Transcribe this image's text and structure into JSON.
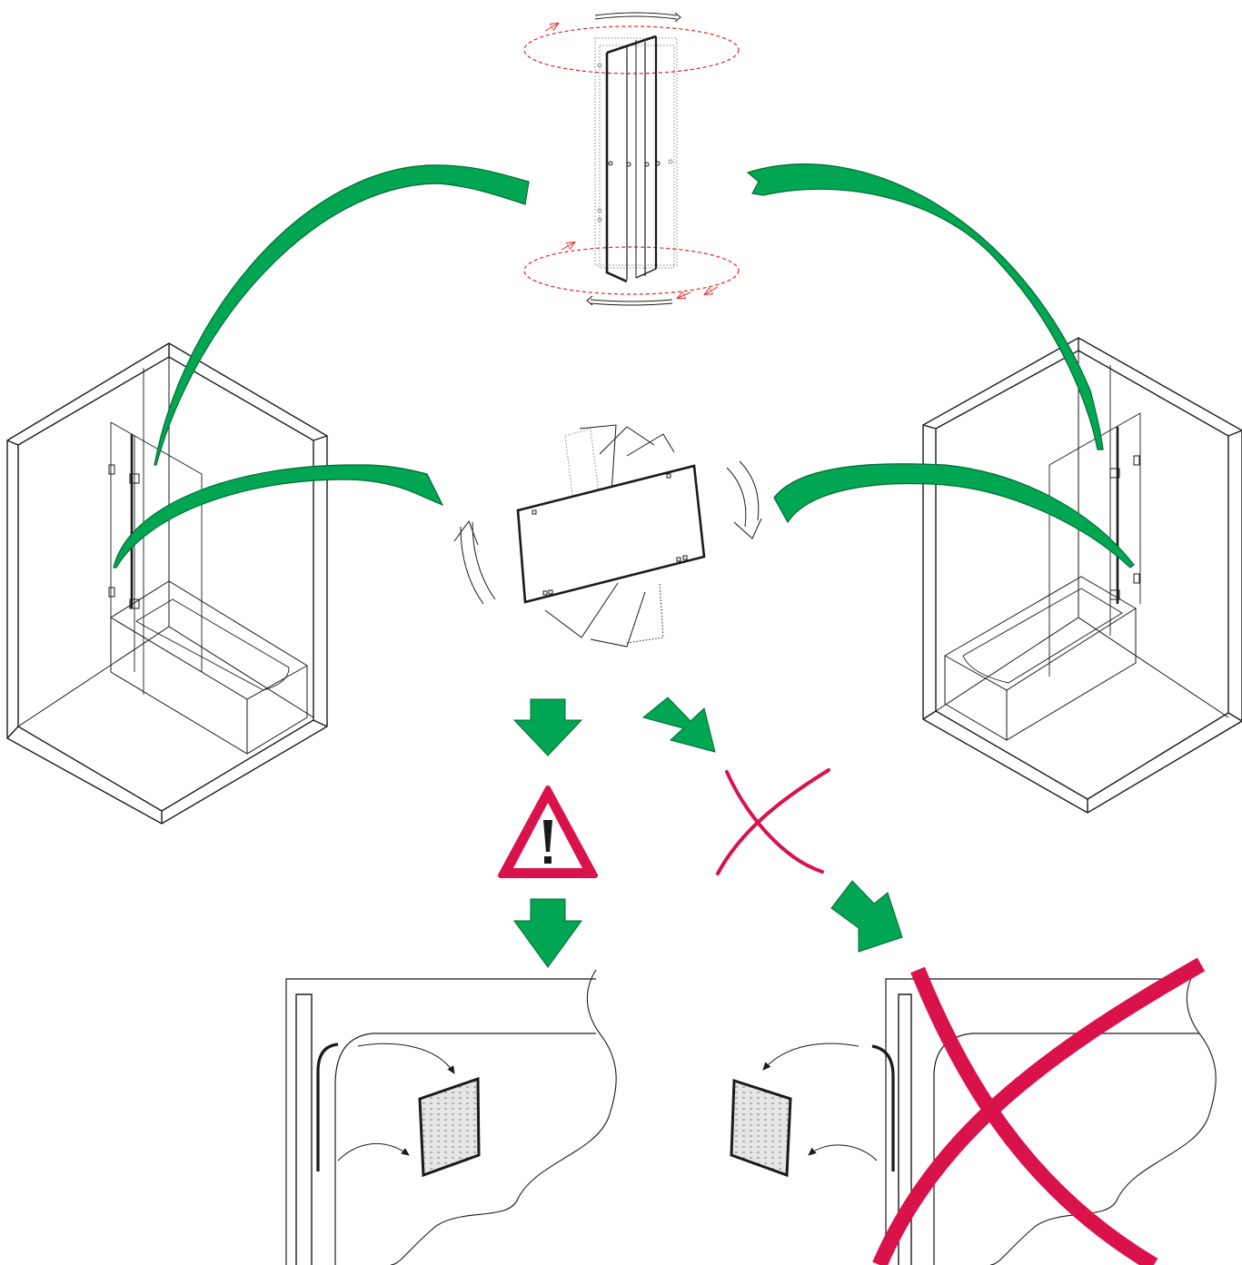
{
  "diagram": {
    "kind": "shower-screen-installation-instructions",
    "text_labels": [],
    "colors": {
      "line": "#1a1a1a",
      "arrow_green": "#00a651",
      "arrow_green_dark": "#006b33",
      "warning_red": "#d9124b",
      "rotation_dashed_red": "#e2222a",
      "seal_fill": "#d9d9d9"
    },
    "panels": {
      "top": "glass-panel-rotate-vertical-axis",
      "center": "glass-panel-rotate-in-plane",
      "left": "bathtub-enclosure-left-hinge",
      "right": "bathtub-enclosure-right-hinge",
      "bottom_left": "correct-seal-orientation",
      "bottom_right": "incorrect-seal-orientation"
    },
    "icons": [
      "warning-triangle-icon",
      "incorrect-cross-icon",
      "large-incorrect-cross-icon"
    ]
  }
}
